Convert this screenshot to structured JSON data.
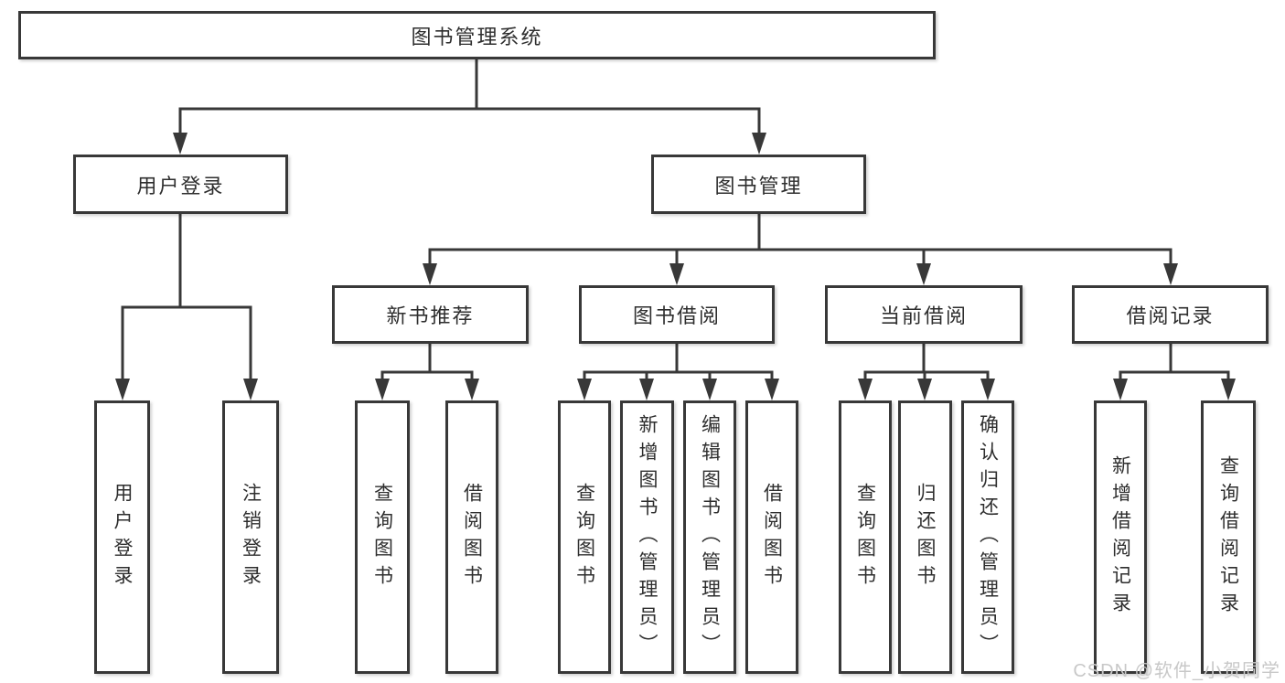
{
  "diagram_title": "图书管理系统",
  "colors": {
    "line": "#383838",
    "box_border": "#383838",
    "box_background": "#ffffff",
    "text": "#2e2e2e",
    "watermark": "#c8c8c8"
  },
  "nodes": {
    "root": "图书管理系统",
    "user_login_module": "用户登录",
    "book_management": "图书管理",
    "new_book_recommend": "新书推荐",
    "book_borrowing": "图书借阅",
    "current_borrowing": "当前借阅",
    "borrowing_records": "借阅记录",
    "user_login_action": "用户登录",
    "logout_action": "注销登录",
    "nb_query_books": "查询图书",
    "nb_borrow_books": "借阅图书",
    "bb_query_books": "查询图书",
    "bb_add_books_admin": "新增图书（管理员）",
    "bb_edit_books_admin": "编辑图书（管理员）",
    "bb_borrow_books": "借阅图书",
    "cb_query_books": "查询图书",
    "cb_return_books": "归还图书",
    "cb_confirm_return_admin": "确认归还（管理员）",
    "br_add_record": "新增借阅记录",
    "br_query_record": "查询借阅记录"
  },
  "watermark": {
    "text": "CSDN @软件_小贺同学"
  }
}
